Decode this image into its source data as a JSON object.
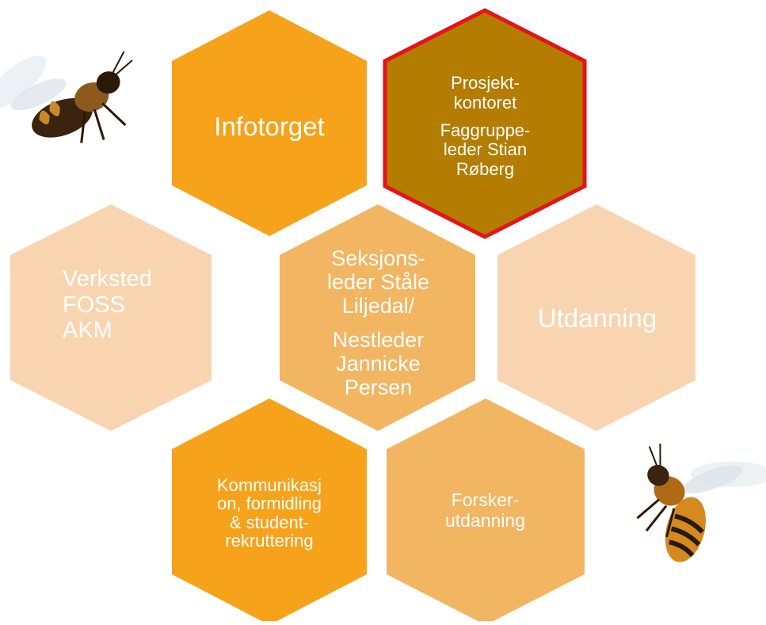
{
  "colors": {
    "orange": "#f6a21a",
    "dark_gold": "#b47c00",
    "red_border": "#e5131b",
    "light_orange": "#f2b562",
    "pale_peach": "#f8d5b0",
    "text_white": "#ffffff"
  },
  "hexagons": {
    "infotorget": {
      "label": "Infotorget"
    },
    "prosjektkontoret": {
      "title_lines": [
        "Prosjekt-",
        "kontoret"
      ],
      "leader_lines": [
        "Faggruppe-",
        "leder Stian",
        "Røberg"
      ]
    },
    "verksted": {
      "lines": [
        "Verksted",
        "FOSS",
        "AKM"
      ]
    },
    "center": {
      "leader_lines": [
        "Seksjons-",
        "leder Ståle",
        "Liljedal/"
      ],
      "deputy_lines": [
        "Nestleder",
        "Jannicke",
        "Persen"
      ]
    },
    "utdanning": {
      "label": "Utdanning"
    },
    "kommunikasjon": {
      "lines": [
        "Kommunikasj",
        "on, formidling",
        "& student-",
        "rekruttering"
      ]
    },
    "forskerutdanning": {
      "lines": [
        "Forsker-",
        "utdanning"
      ]
    }
  },
  "decor": {
    "bee_top_left": "bee-image",
    "bee_bottom_right": "bee-image"
  }
}
